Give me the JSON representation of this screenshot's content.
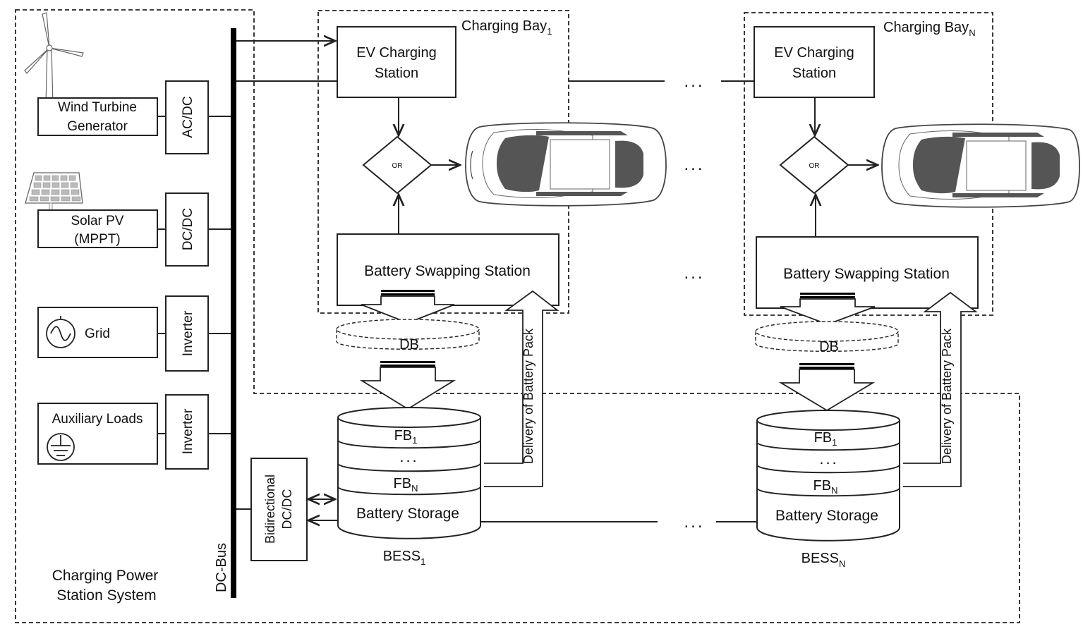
{
  "system": {
    "title_line1": "Charging Power",
    "title_line2": "Station System"
  },
  "bus": {
    "label": "DC-Bus"
  },
  "sources": [
    {
      "label_line1": "Wind Turbine",
      "label_line2": "Generator",
      "converter": "AC/DC",
      "icon": "wind-turbine-icon"
    },
    {
      "label_line1": "Solar PV",
      "label_line2": "(MPPT)",
      "converter": "DC/DC",
      "icon": "solar-panel-icon"
    },
    {
      "label_line1": "Grid",
      "label_line2": "",
      "converter": "Inverter",
      "icon": "ac-source-icon"
    },
    {
      "label_line1": "Auxiliary Loads",
      "label_line2": "",
      "converter": "Inverter",
      "icon": "ground-icon"
    }
  ],
  "bidirectional": {
    "line1": "Bidirectional",
    "line2": "DC/DC"
  },
  "bays": [
    {
      "title": "Charging Bay",
      "title_sub": "1",
      "ev_station_line1": "EV Charging",
      "ev_station_line2": "Station",
      "or_label": "OR",
      "swap_station": "Battery Swapping Station",
      "db_label": "DB",
      "delivery": "Delivery of Battery Pack",
      "fb_top": "FB",
      "fb_top_sub": "1",
      "fb_dots": "...",
      "fb_bottom": "FB",
      "fb_bottom_sub": "N",
      "storage": "Battery Storage",
      "bess": "BESS",
      "bess_sub": "1"
    },
    {
      "title": "Charging Bay",
      "title_sub": "N",
      "ev_station_line1": "EV Charging",
      "ev_station_line2": "Station",
      "or_label": "OR",
      "swap_station": "Battery Swapping Station",
      "db_label": "DB",
      "delivery": "Delivery of Battery Pack",
      "fb_top": "FB",
      "fb_top_sub": "1",
      "fb_dots": "...",
      "fb_bottom": "FB",
      "fb_bottom_sub": "N",
      "storage": "Battery Storage",
      "bess": "BESS",
      "bess_sub": "N"
    }
  ],
  "ellipsis": "..."
}
